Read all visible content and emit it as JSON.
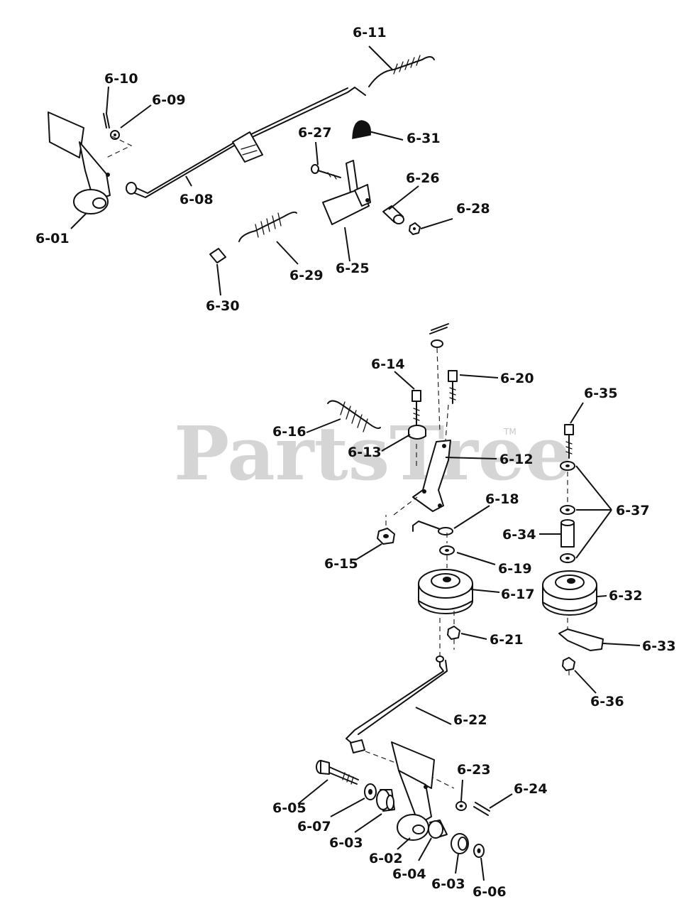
{
  "watermark": {
    "text": "PartsTree",
    "trademark": "TM"
  },
  "labels": {
    "l601": "6-01",
    "l602": "6-02",
    "l603a": "6-03",
    "l603b": "6-03",
    "l604": "6-04",
    "l605": "6-05",
    "l606": "6-06",
    "l607": "6-07",
    "l608": "6-08",
    "l609": "6-09",
    "l610": "6-10",
    "l611": "6-11",
    "l612": "6-12",
    "l613": "6-13",
    "l614": "6-14",
    "l615": "6-15",
    "l616": "6-16",
    "l617": "6-17",
    "l618": "6-18",
    "l619": "6-19",
    "l620": "6-20",
    "l621": "6-21",
    "l622": "6-22",
    "l623": "6-23",
    "l624": "6-24",
    "l625": "6-25",
    "l626": "6-26",
    "l627": "6-27",
    "l628": "6-28",
    "l629": "6-29",
    "l630": "6-30",
    "l631": "6-31",
    "l632": "6-32",
    "l633": "6-33",
    "l634": "6-34",
    "l635": "6-35",
    "l636": "6-36",
    "l637": "6-37"
  }
}
